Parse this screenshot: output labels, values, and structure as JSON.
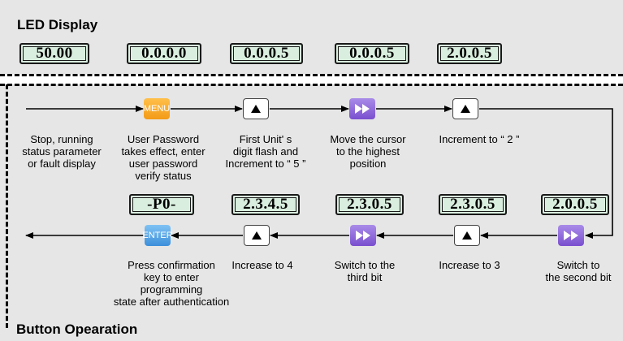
{
  "led_section": {
    "title": "LED Display",
    "readouts": [
      "50.00",
      "0.0.0.0",
      "0.0.0.5",
      "0.0.0.5",
      "2.0.0.5"
    ]
  },
  "operation_section": {
    "title": "Button Opearation",
    "row1": {
      "buttons": [
        {
          "icon": "menu-button",
          "label": "MENU",
          "color": "#f5a623"
        },
        {
          "icon": "up-arrow-button"
        },
        {
          "icon": "fast-forward-button",
          "color": "#8a5fd6"
        },
        {
          "icon": "up-arrow-button"
        }
      ],
      "captions": [
        "Stop, running\nstatus parameter\nor fault display",
        "User Password\ntakes effect, enter\nuser password\nverify status",
        "First Unit' s\ndigit flash and\nIncrement to “ 5 ”",
        "Move the cursor\nto the highest\nposition",
        "Increment to  “ 2 ”"
      ]
    },
    "row2": {
      "readouts": [
        "-P0-",
        "2.3.4.5",
        "2.3.0.5",
        "2.3.0.5",
        "2.0.0.5"
      ],
      "buttons": [
        {
          "icon": "enter-button",
          "label": "ENTER",
          "color": "#4a9be0"
        },
        {
          "icon": "up-arrow-button"
        },
        {
          "icon": "fast-forward-button",
          "color": "#8a5fd6"
        },
        {
          "icon": "up-arrow-button"
        },
        {
          "icon": "fast-forward-button",
          "color": "#8a5fd6"
        }
      ],
      "captions": [
        "Press confirmation\nkey to enter\nprogramming\nstate after authentication",
        "Increase to 4",
        "Switch to the\nthird bit",
        "Increase to 3",
        "Switch to\nthe second bit"
      ]
    }
  }
}
